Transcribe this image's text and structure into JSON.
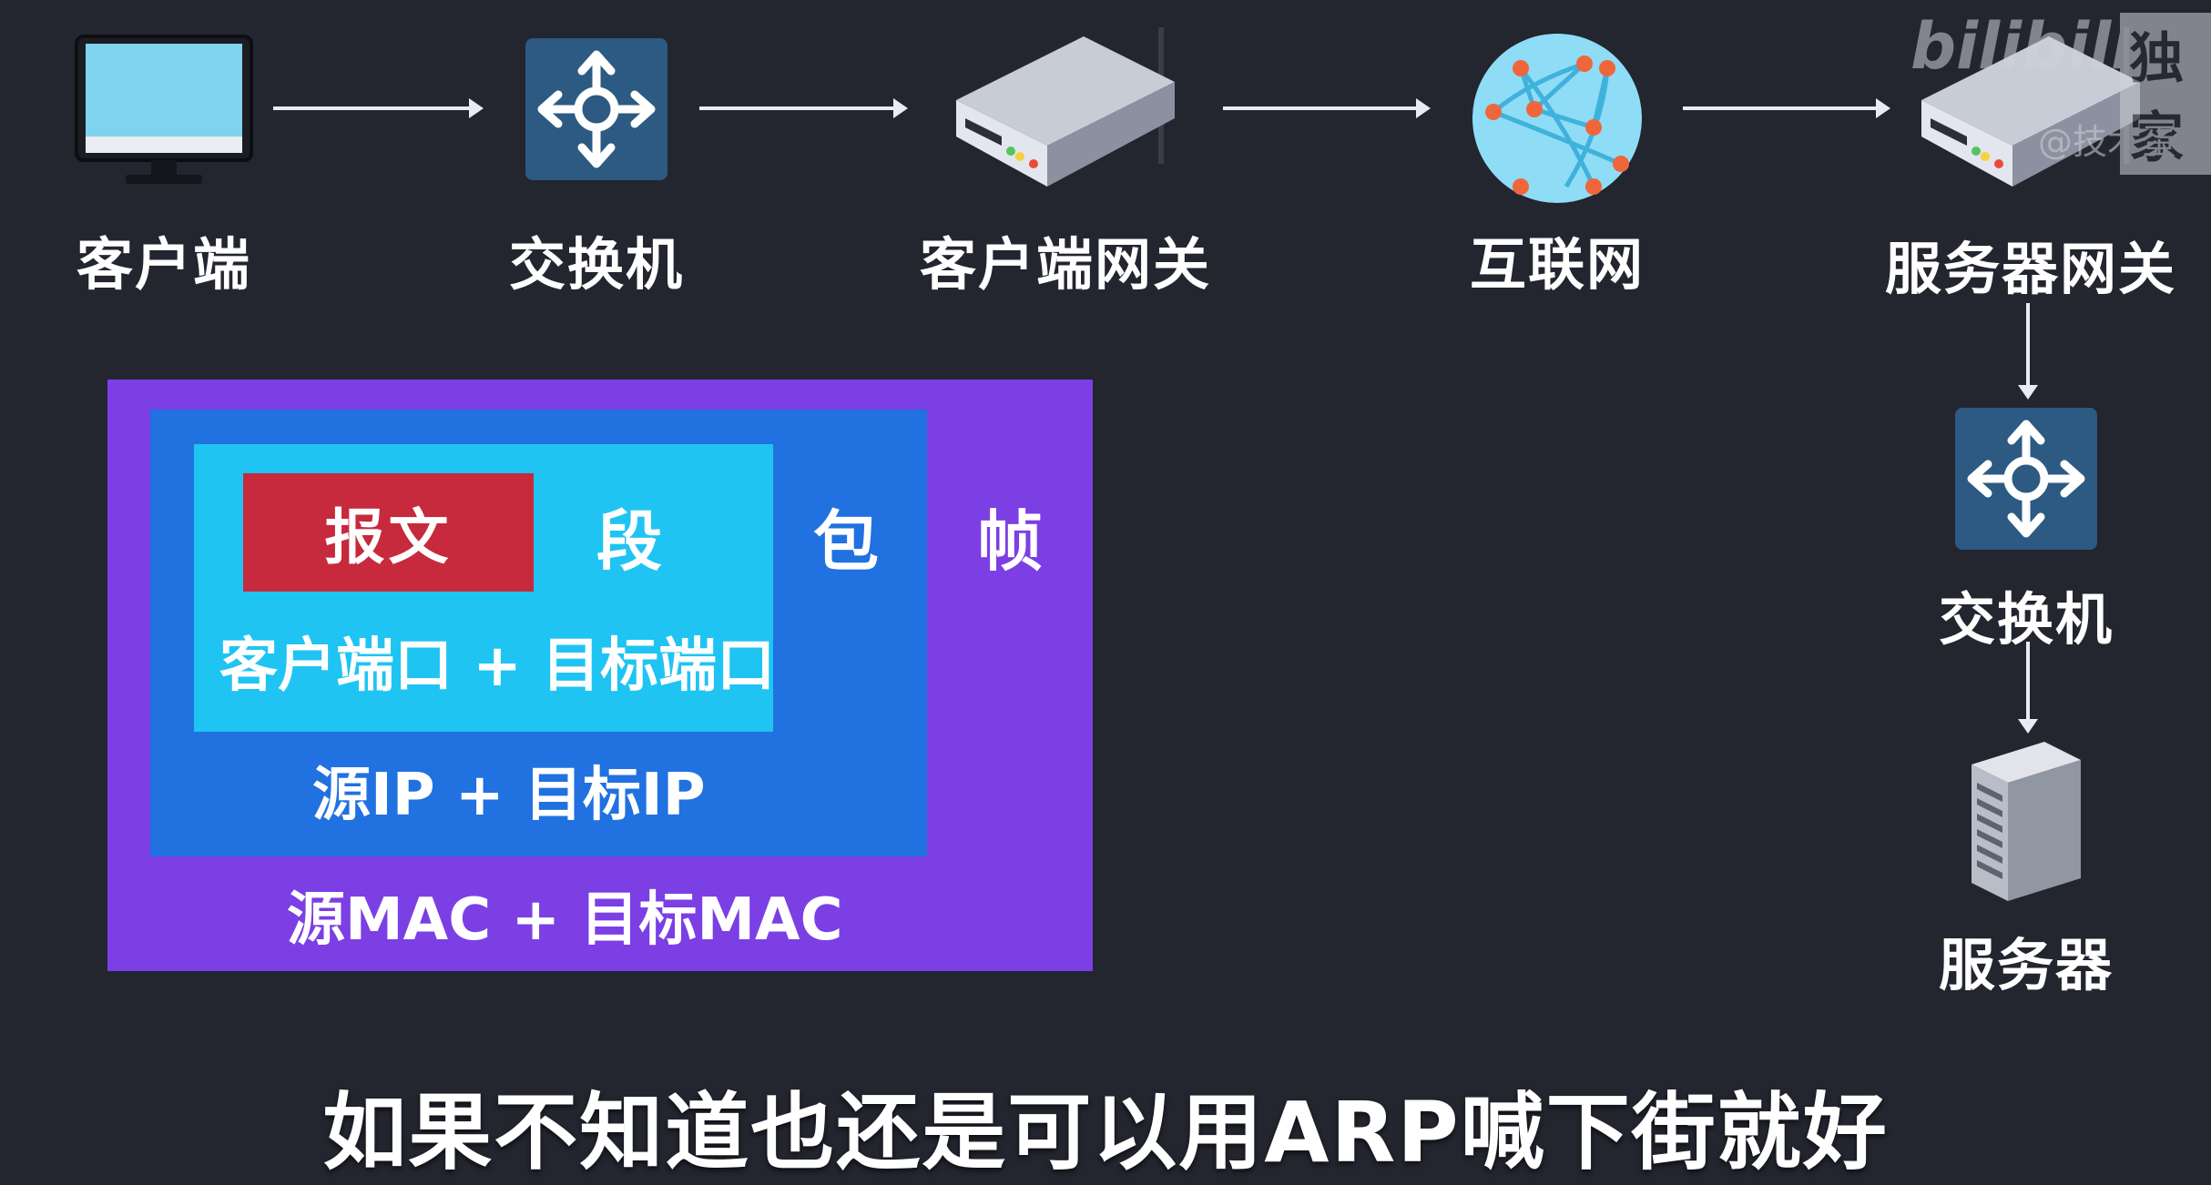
{
  "nodes": {
    "client": "客户端",
    "switch": "交换机",
    "client_gateway": "客户端网关",
    "internet": "互联网",
    "server_gateway": "服务器网关",
    "server_switch": "交换机",
    "server": "服务器"
  },
  "encapsulation": {
    "message": "报文",
    "segment": "段",
    "packet": "包",
    "frame": "帧",
    "ports": "客户端口 + 目标端口",
    "ips": "源IP + 目标IP",
    "macs": "源MAC + 目标MAC"
  },
  "subtitle": "如果不知道也还是可以用ARP喊下街就好",
  "watermark": {
    "logo": "bilibili",
    "tag": "独家",
    "author": "@技术蛋老"
  },
  "colors": {
    "background": "#23252f",
    "frame": "#7b3fe4",
    "packet": "#2171e0",
    "segment": "#1fc4f2",
    "message": "#c62a3c",
    "switch_icon": "#2c5a82"
  }
}
